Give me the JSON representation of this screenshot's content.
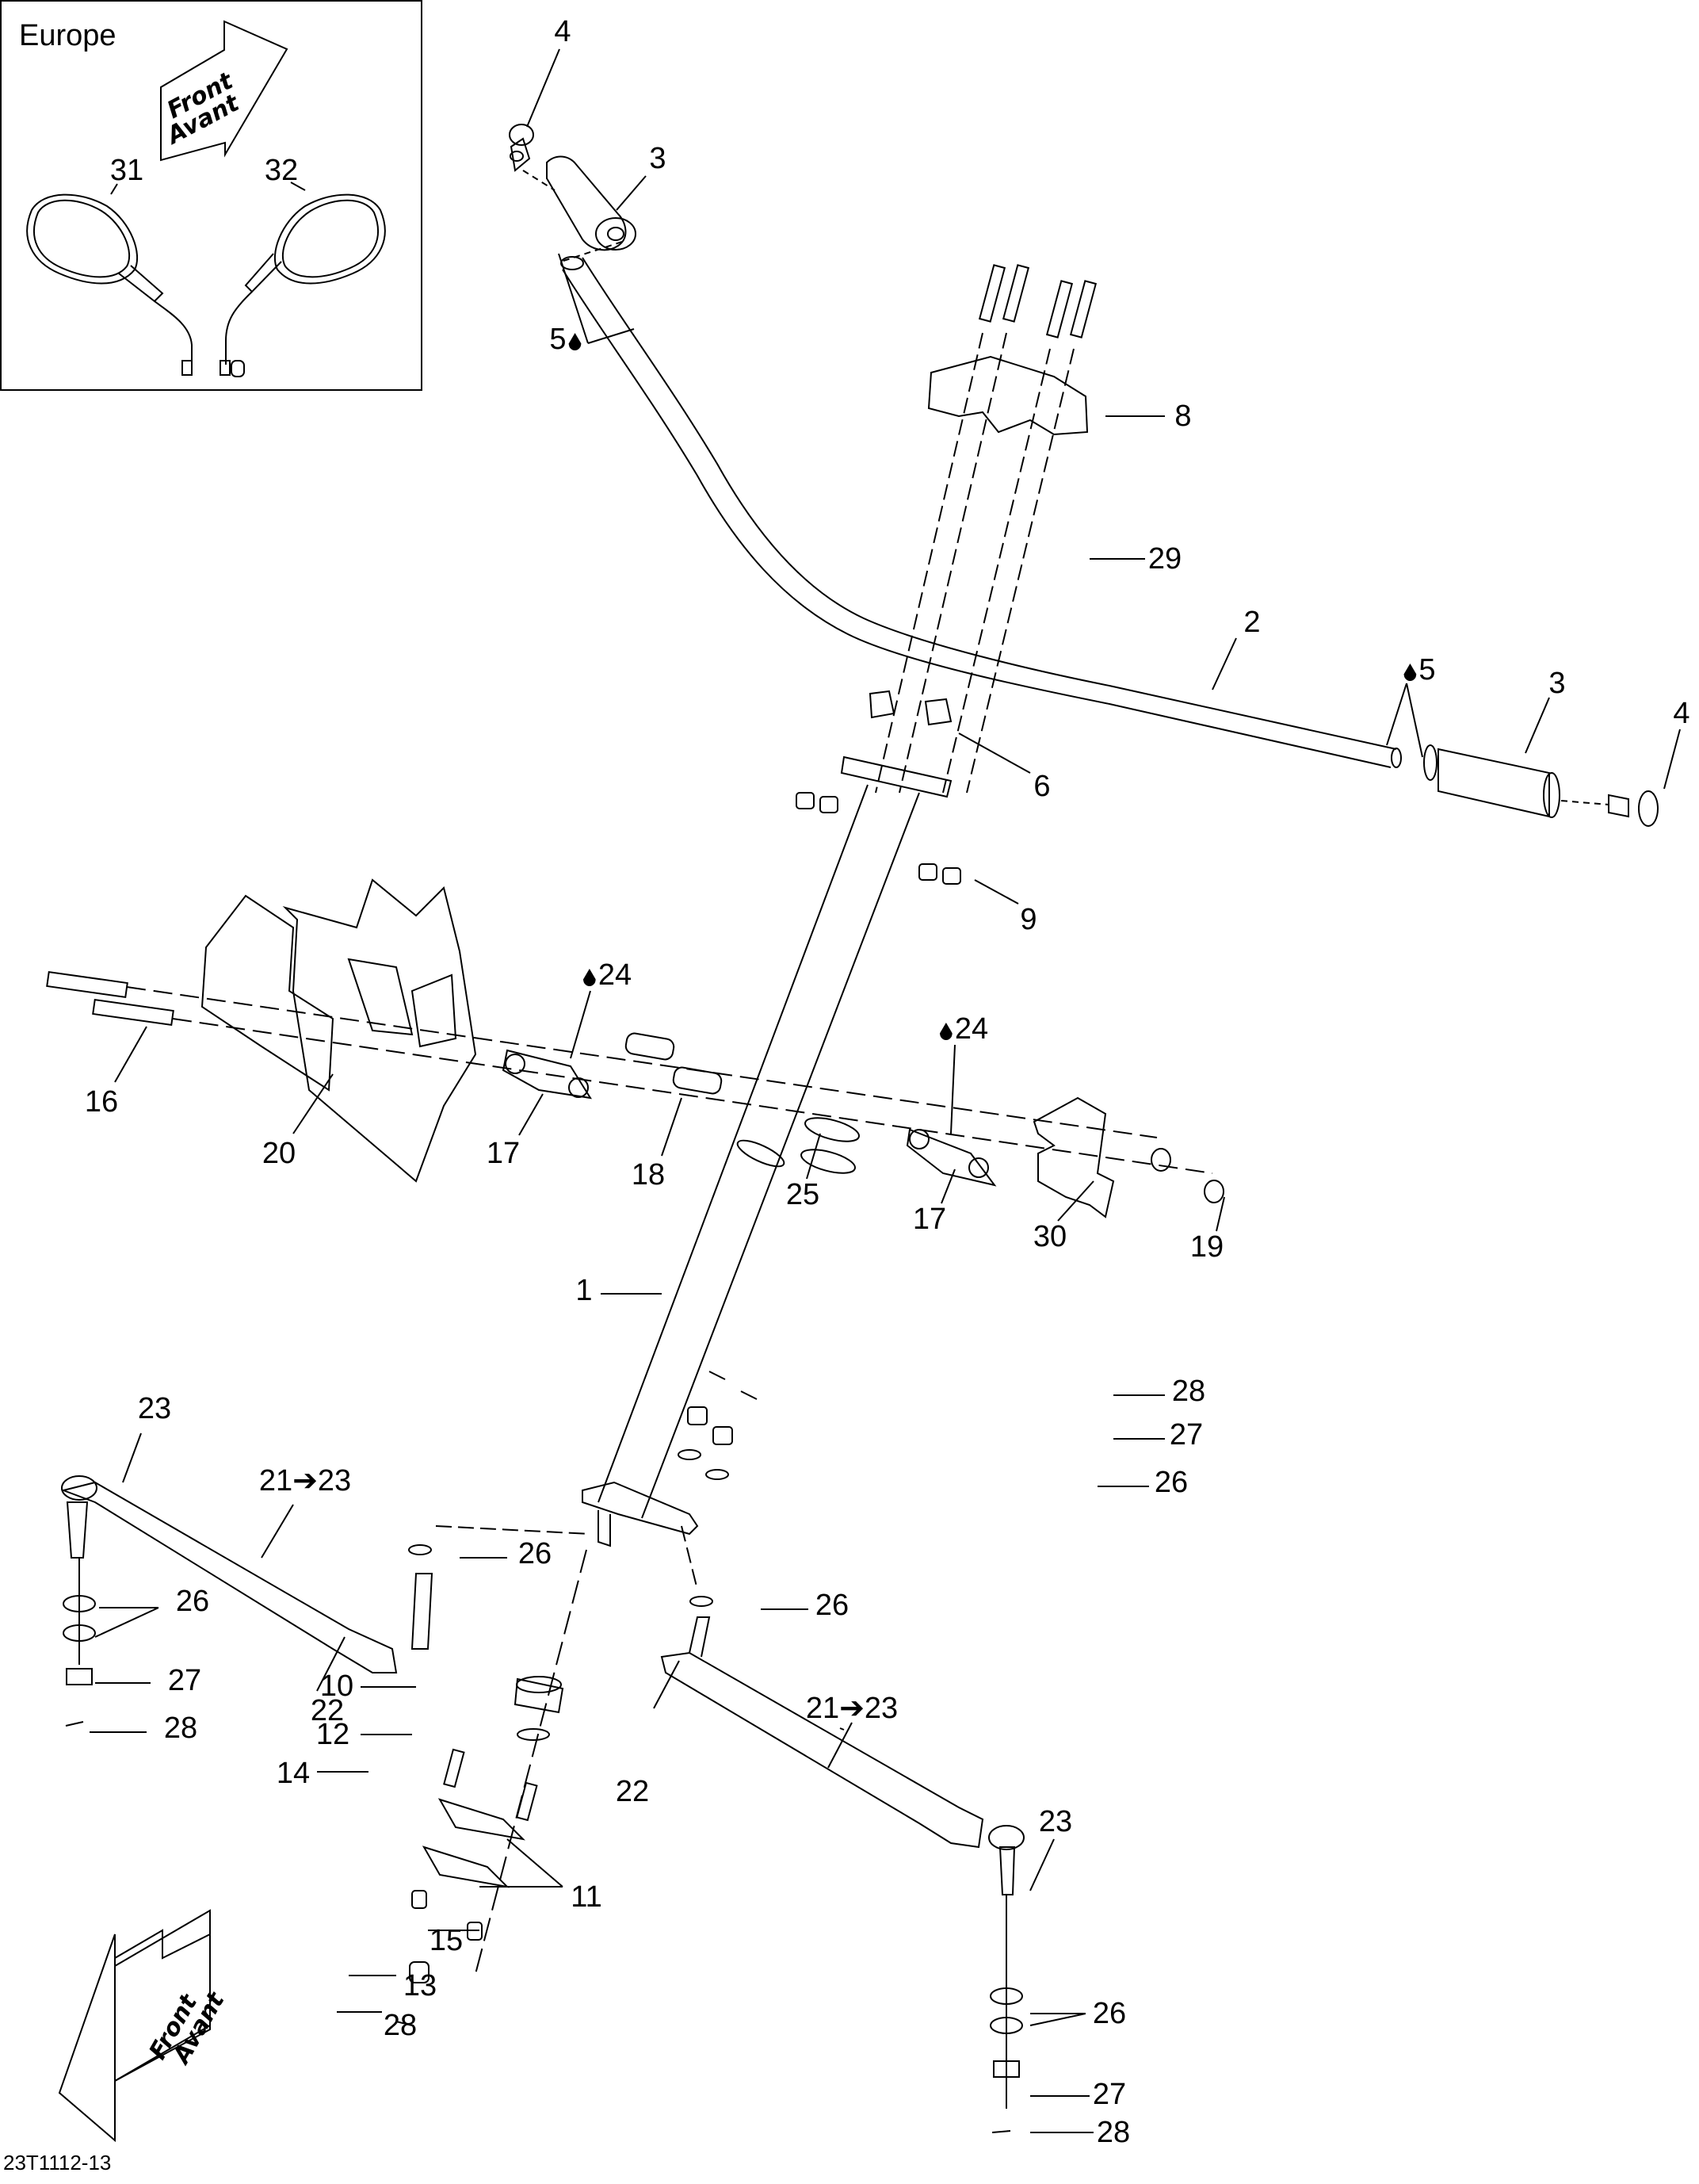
{
  "diagram": {
    "type": "exploded-parts-diagram",
    "subject": "Steering system (handlebar, steering column, tie rods)",
    "figure_id": "23T1112-13",
    "inset": {
      "title": "Europe",
      "parts": [
        {
          "ref": "31",
          "name": "left mirror"
        },
        {
          "ref": "32",
          "name": "right mirror"
        }
      ]
    },
    "direction_arrows": [
      {
        "line1": "Front",
        "line2": "Avant",
        "location": "inset"
      },
      {
        "line1": "Front",
        "line2": "Avant",
        "location": "bottom-left"
      }
    ],
    "callouts": [
      {
        "id": "c-4a",
        "text": "4"
      },
      {
        "id": "c-3a",
        "text": "3"
      },
      {
        "id": "c-5a",
        "text": "5",
        "lubricant_symbol": true,
        "symbol_side": "after"
      },
      {
        "id": "c-8",
        "text": "8"
      },
      {
        "id": "c-29",
        "text": "29"
      },
      {
        "id": "c-2",
        "text": "2"
      },
      {
        "id": "c-5b",
        "text": "5",
        "lubricant_symbol": true,
        "symbol_side": "before"
      },
      {
        "id": "c-3b",
        "text": "3"
      },
      {
        "id": "c-4b",
        "text": "4"
      },
      {
        "id": "c-6",
        "text": "6"
      },
      {
        "id": "c-9",
        "text": "9"
      },
      {
        "id": "c-24a",
        "text": "24",
        "lubricant_symbol": true,
        "symbol_side": "before"
      },
      {
        "id": "c-24b",
        "text": "24",
        "lubricant_symbol": true,
        "symbol_side": "before"
      },
      {
        "id": "c-16",
        "text": "16"
      },
      {
        "id": "c-20",
        "text": "20"
      },
      {
        "id": "c-17a",
        "text": "17"
      },
      {
        "id": "c-18",
        "text": "18"
      },
      {
        "id": "c-25",
        "text": "25"
      },
      {
        "id": "c-17b",
        "text": "17"
      },
      {
        "id": "c-30",
        "text": "30"
      },
      {
        "id": "c-19",
        "text": "19"
      },
      {
        "id": "c-1",
        "text": "1"
      },
      {
        "id": "c-28a",
        "text": "28"
      },
      {
        "id": "c-27a",
        "text": "27"
      },
      {
        "id": "c-26a",
        "text": "26"
      },
      {
        "id": "c-23a",
        "text": "23"
      },
      {
        "id": "c-21a",
        "text": "21➔23"
      },
      {
        "id": "c-26b",
        "text": "26"
      },
      {
        "id": "c-26c",
        "text": "26"
      },
      {
        "id": "c-27b",
        "text": "27"
      },
      {
        "id": "c-28b",
        "text": "28"
      },
      {
        "id": "c-22a",
        "text": "22"
      },
      {
        "id": "c-26d",
        "text": "26"
      },
      {
        "id": "c-10",
        "text": "10"
      },
      {
        "id": "c-12",
        "text": "12"
      },
      {
        "id": "c-14",
        "text": "14"
      },
      {
        "id": "c-11",
        "text": "11"
      },
      {
        "id": "c-15",
        "text": "15"
      },
      {
        "id": "c-13",
        "text": "13"
      },
      {
        "id": "c-28c",
        "text": "28"
      },
      {
        "id": "c-22b",
        "text": "22"
      },
      {
        "id": "c-21b",
        "text": "21➔23"
      },
      {
        "id": "c-23b",
        "text": "23"
      },
      {
        "id": "c-26e",
        "text": "26"
      },
      {
        "id": "c-27c",
        "text": "27"
      },
      {
        "id": "c-28d",
        "text": "28"
      },
      {
        "id": "c-31",
        "text": "31"
      },
      {
        "id": "c-32",
        "text": "32"
      }
    ]
  }
}
